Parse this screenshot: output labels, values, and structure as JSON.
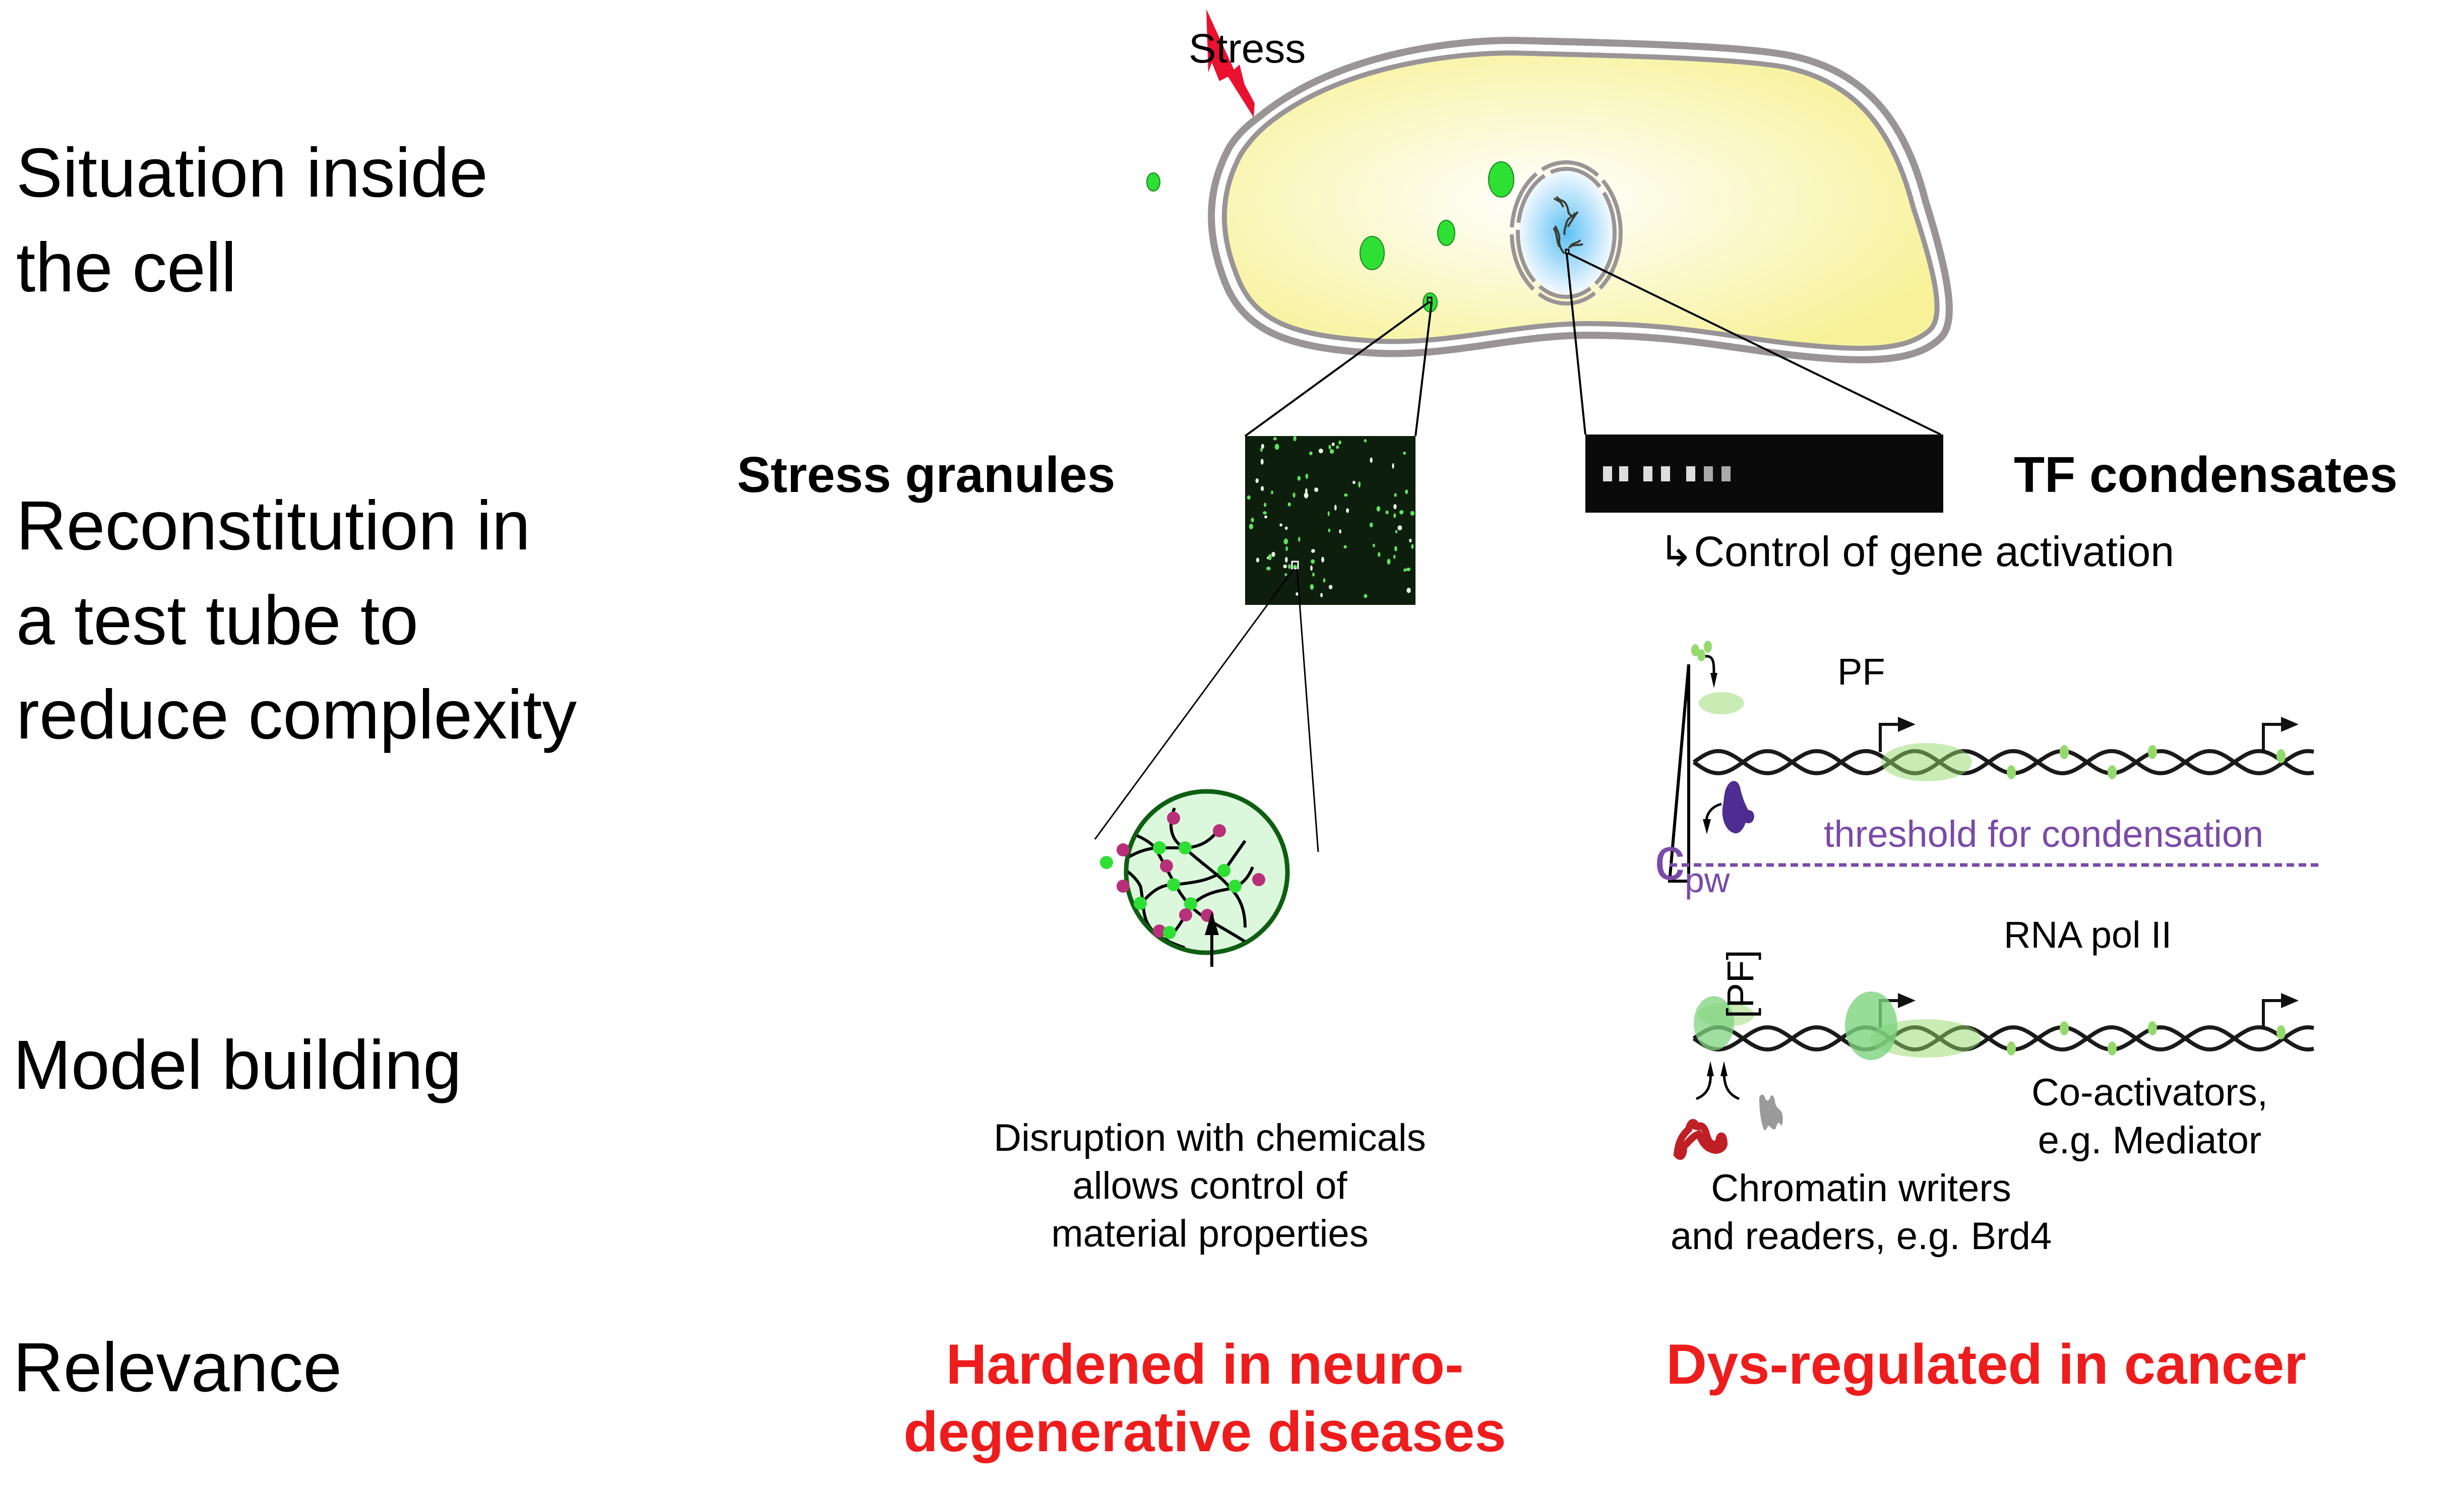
{
  "rows": [
    {
      "id": "situation",
      "label_lines": [
        "Situation inside",
        "the cell"
      ]
    },
    {
      "id": "reconstitution",
      "label_lines": [
        "Reconstitution in",
        "a test tube to",
        "reduce complexity"
      ]
    },
    {
      "id": "model",
      "label_lines": [
        "Model building"
      ]
    },
    {
      "id": "relevance",
      "label_lines": [
        "Relevance"
      ]
    }
  ],
  "cell": {
    "stress_label": "Stress",
    "stress_icon": "lightning-bolt-icon",
    "colors": {
      "cytoplasm": "#fbf7b8",
      "membrane": "#999496",
      "granule": "#2ee034",
      "nucleus": "#6cc6f5",
      "stress": "#ea1130"
    }
  },
  "left_column": {
    "title": "Stress granules",
    "network_caption": [
      "Disruption with chemicals",
      "allows control of",
      "material properties"
    ],
    "relevance": [
      "Hardened in neuro-",
      "degenerative diseases"
    ],
    "colors": {
      "network_fill": "#dcf8dc",
      "network_border": "#0e5e12",
      "green_node": "#2ee034",
      "magenta_node": "#b8307a"
    }
  },
  "right_column": {
    "title": "TF condensates",
    "subtitle_arrow": "↳",
    "subtitle": "Control of gene activation",
    "pf_label": "PF",
    "threshold_label": "threshold for condensation",
    "cpw_main": "c",
    "cpw_sub": "pw",
    "gradient_label": "[PF]",
    "rna_pol_label": "RNA pol II",
    "coactivators": [
      "Co-activators,",
      "e.g. Mediator"
    ],
    "chromatin": [
      "Chromatin writers",
      "and readers, e.g. Brd4"
    ],
    "relevance": "Dys-regulated in cancer",
    "colors": {
      "threshold": "#7a4aa8",
      "rna_pol": "#4d2d91",
      "pf_dot": "#94d96c",
      "condensate": "#7dd37f",
      "chromatin_reader": "#c01f26",
      "coactivator": "#9a9a9a",
      "relevance": "#ee1c1c"
    }
  }
}
